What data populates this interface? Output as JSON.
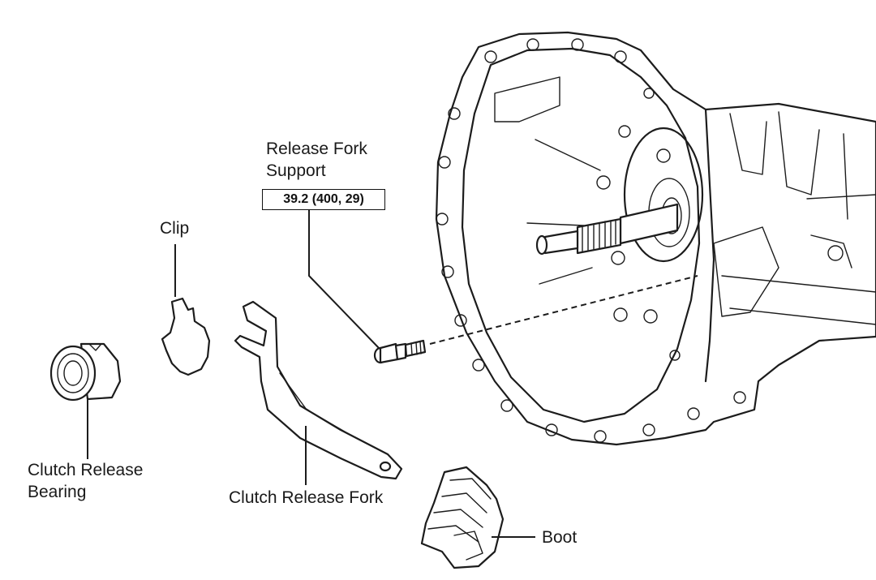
{
  "labels": {
    "release_fork_support_line1": "Release Fork",
    "release_fork_support_line2": "Support",
    "torque_spec": "39.2 (400, 29)",
    "clip": "Clip",
    "clutch_release_bearing_line1": "Clutch Release",
    "clutch_release_bearing_line2": "Bearing",
    "clutch_release_fork": "Clutch Release Fork",
    "boot": "Boot"
  }
}
